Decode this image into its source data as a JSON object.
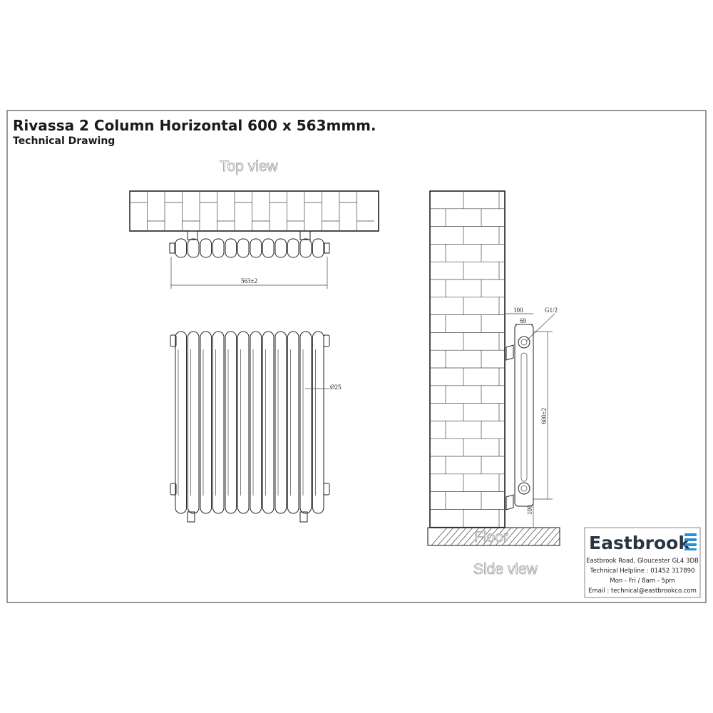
{
  "title": "Rivassa 2 Column Horizontal 600 x 563mmm.",
  "subtitle": "Technical Drawing",
  "views": {
    "top_view_label": "Top view",
    "side_view_label": "Side view",
    "floor_label": "Floor"
  },
  "dimensions": {
    "width": "563±2",
    "tube_diameter": "Ø25",
    "wall_to_front": "100",
    "depth": "69",
    "thread": "G1/2",
    "pipe_centres": "600±2",
    "floor_clearance": "100"
  },
  "sections_count": 12,
  "logo": {
    "brand": "Eastbrook",
    "brand_color": "#2a3442",
    "accent_color": "#2a8fd6",
    "address": "Eastbrook Road, Gloucester GL4 3DB",
    "helpline": "Technical Helpline : 01452 317890",
    "hours": "Mon - Fri / 8am - 5pm",
    "email": "Email : technical@eastbrookco.com"
  }
}
